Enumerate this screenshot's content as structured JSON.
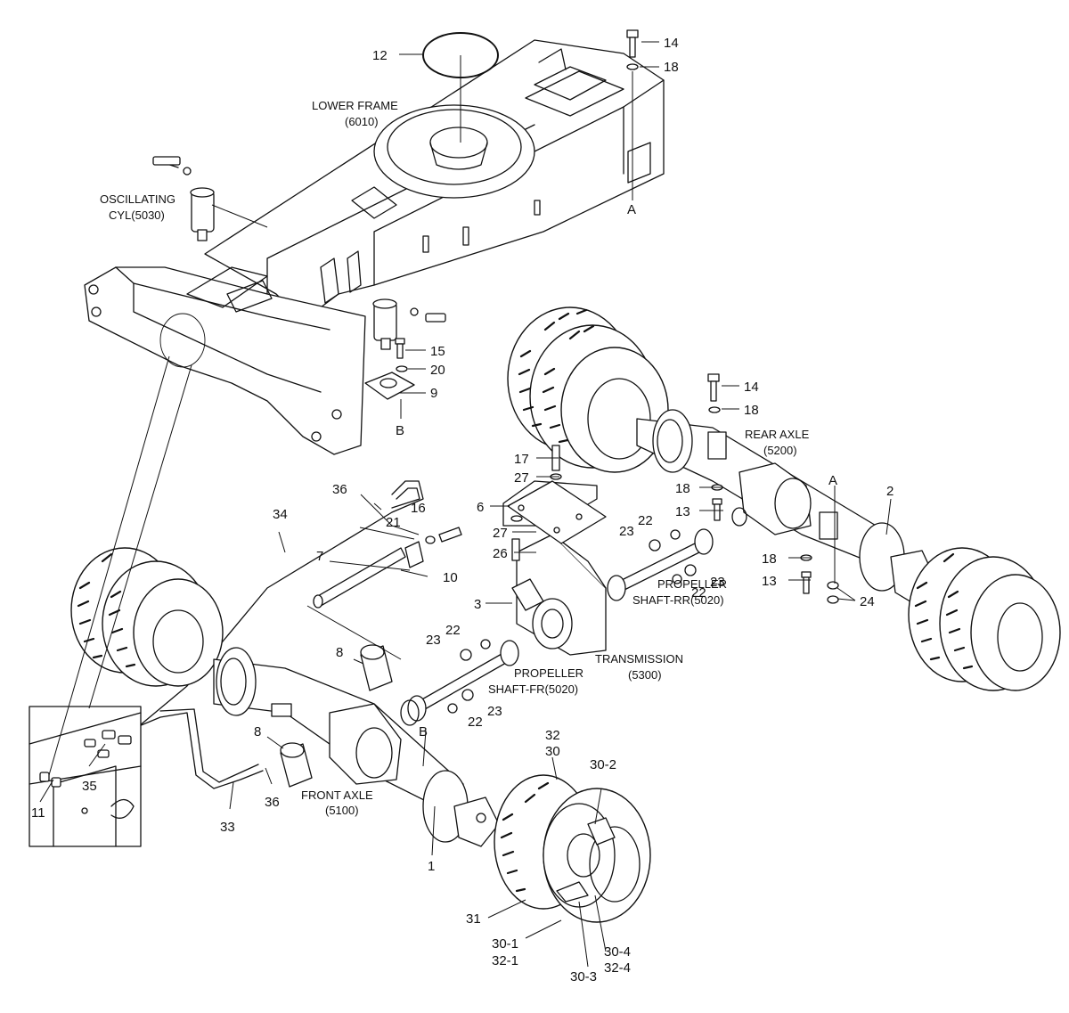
{
  "assemblies": {
    "lower_frame": [
      "LOWER FRAME",
      "(6010)"
    ],
    "oscillating_cyl": [
      "OSCILLATING",
      "CYL(5030)"
    ],
    "rear_axle": [
      "REAR AXLE",
      "(5200)"
    ],
    "propeller_rr": [
      "PROPELLER",
      "SHAFT-RR(5020)"
    ],
    "propeller_fr": [
      "PROPELLER",
      "SHAFT-FR(5020)"
    ],
    "transmission": [
      "TRANSMISSION",
      "(5300)"
    ],
    "front_axle": [
      "FRONT AXLE",
      "(5100)"
    ]
  },
  "refs": {
    "a": "A",
    "b": "B"
  },
  "part_numbers": {
    "p1": "1",
    "p2": "2",
    "p3": "3",
    "p6": "6",
    "p7": "7",
    "p8": "8",
    "p9": "9",
    "p10": "10",
    "p11": "11",
    "p12": "12",
    "p13": "13",
    "p14": "14",
    "p15": "15",
    "p16": "16",
    "p17": "17",
    "p18": "18",
    "p20": "20",
    "p21": "21",
    "p22": "22",
    "p23": "23",
    "p24": "24",
    "p26": "26",
    "p27": "27",
    "p30": "30",
    "p30_1": "30-1",
    "p30_2": "30-2",
    "p30_3": "30-3",
    "p30_4": "30-4",
    "p31": "31",
    "p32": "32",
    "p32_1": "32-1",
    "p32_4": "32-4",
    "p33": "33",
    "p34": "34",
    "p35": "35",
    "p36": "36"
  }
}
